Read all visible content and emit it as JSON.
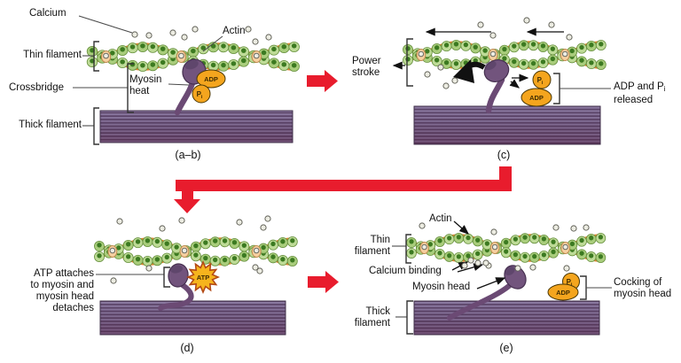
{
  "figure": {
    "panels": {
      "ab": {
        "caption": "(a–b)",
        "calcium": "Calcium",
        "actin": "Actin",
        "thin_filament": "Thin filament",
        "crossbridge": "Crossbridge",
        "myosin_heat": "Myosin\nheat",
        "thick_filament": "Thick filament",
        "adp": "ADP",
        "p": "P",
        "i": "i"
      },
      "c": {
        "caption": "(c)",
        "power_stroke": "Power\nstroke",
        "released_prefix": "ADP and P",
        "released_sub": "i",
        "released_line2": "released",
        "adp": "ADP",
        "p": "P",
        "i": "i"
      },
      "d": {
        "caption": "(d)",
        "atp_attaches": "ATP attaches\nto myosin and\nmyosin head\ndetaches",
        "atp": "ATP"
      },
      "e": {
        "caption": "(e)",
        "actin": "Actin",
        "thin_filament": "Thin\nfilament",
        "calcium_binding": "Calcium binding",
        "myosin_head": "Myosin head",
        "cocking": "Cocking of\nmyosin head",
        "thick_filament": "Thick\nfilament",
        "adp": "ADP",
        "p": "P",
        "i": "i"
      }
    },
    "colors": {
      "arrow_red": "#e81c2d",
      "actin_green": "#a9cd7c",
      "actin_dot_green": "#3c7a21",
      "tropomyosin_orange": "#e2812c",
      "troponin_tan": "#f6d0a0",
      "myosin_purple": "#72547d",
      "thick_filament_purple": "#6a5378",
      "nucleotide_amber": "#f4a51e",
      "calcium_ion_gray": "#ecece2"
    }
  }
}
